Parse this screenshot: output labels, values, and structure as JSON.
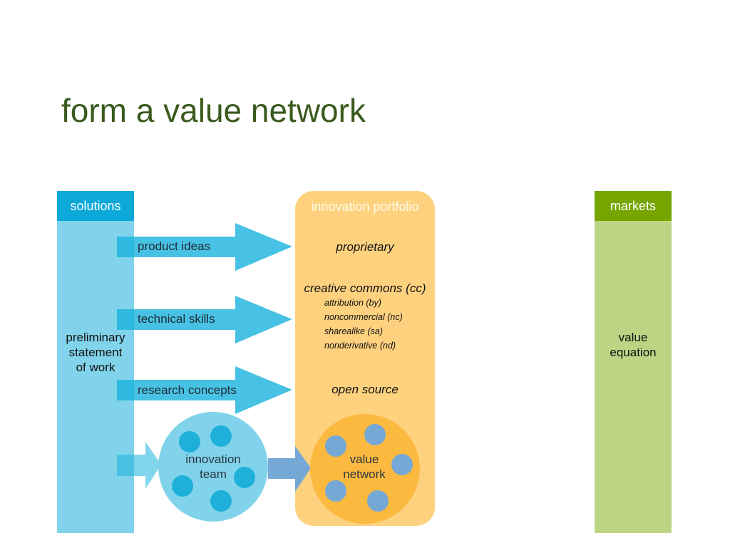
{
  "title": "form a value network",
  "columns": {
    "solutions": {
      "header": "solutions",
      "body": [
        "preliminary",
        "statement",
        "of work"
      ],
      "header_color": "#0ba8d8",
      "body_color": "#80d3ea"
    },
    "portfolio": {
      "header": "innovation portfolio",
      "color": "#fed17f",
      "items": {
        "proprietary": "proprietary",
        "creative_commons": "creative commons (cc)",
        "cc_subitems": [
          "attribution (by)",
          "noncommercial (nc)",
          "sharealike (sa)",
          "nonderivative (nd)"
        ],
        "open_source": "open source"
      }
    },
    "markets": {
      "header": "markets",
      "body": [
        "value",
        "equation"
      ],
      "header_color": "#76a500",
      "body_color": "#bcd584"
    }
  },
  "arrows": [
    {
      "label": "product ideas"
    },
    {
      "label": "technical skills"
    },
    {
      "label": "research concepts"
    }
  ],
  "innovation_team": {
    "label": [
      "innovation",
      "team"
    ],
    "color": "#80d3ea",
    "member_color": "#1fb0da",
    "members": 5
  },
  "value_network": {
    "label": [
      "value",
      "network"
    ],
    "color": "#fcb93f",
    "member_color": "#76a8d6",
    "members": 5
  }
}
